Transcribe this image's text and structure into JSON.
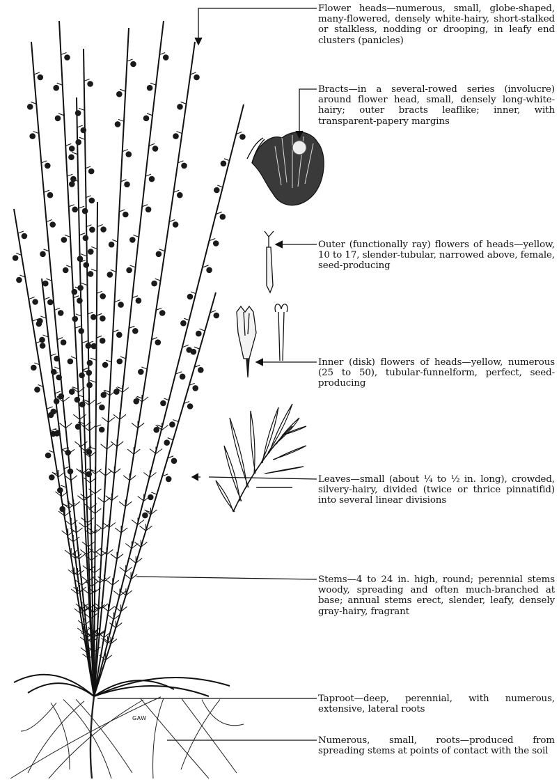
{
  "labels": {
    "flower_heads": "Flower heads—numerous, small, globe-shaped, many-flowered, densely white-hairy, short-stalked or stalkless, nodding or drooping, in leafy end clusters (panicles)",
    "bracts": "Bracts—in a several-rowed series (involucre) around flower head, small, densely long-white-hairy; outer bracts leaflike; inner, with transparent-papery margins",
    "outer_flowers": "Outer (functionally ray) flowers of heads—yellow, 10 to 17, slender-tubular, narrowed above, female, seed-producing",
    "inner_flowers": "Inner (disk) flowers of heads—yellow, numerous (25 to 50), tubular-funnelform, perfect, seed-producing",
    "leaves": "Leaves—small (about ¼ to ½ in. long), crowded, silvery-hairy, divided (twice or thrice pinnatifid) into several linear divisions",
    "stems": "Stems—4 to 24 in. high, round; perennial stems woody, spreading and often much-branched at base; annual stems erect, slender, leafy, densely gray-hairy, fragrant",
    "taproot": "Taproot—deep, perennial, with numerous, extensive, lateral roots",
    "roots": "Numerous, small, roots—produced from spreading stems at points of contact with the soil"
  },
  "signature": "GAW",
  "colors": {
    "ink": "#111111",
    "paper": "#ffffff"
  }
}
